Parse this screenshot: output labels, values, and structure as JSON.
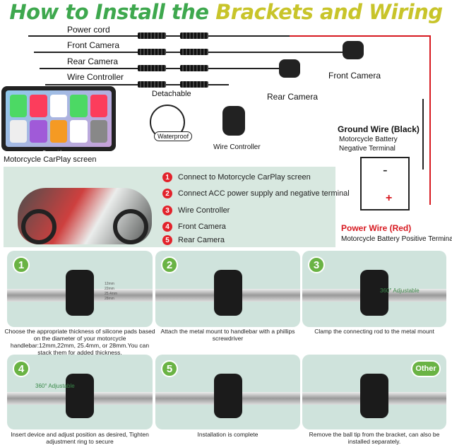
{
  "title": {
    "part1": "How to Install the ",
    "part2": "Brackets and Wiring"
  },
  "wiring": {
    "cables": [
      "Power cord",
      "Front Camera",
      "Rear Camera",
      "Wire Controller"
    ],
    "detachable": "Detachable",
    "waterproof": "Waterproof",
    "front_camera": "Front Camera",
    "rear_camera": "Rear Camera",
    "wire_controller": "Wire Controller",
    "screen_label": "Motorcycle CarPlay screen",
    "screen_brand": "Carpuride",
    "ground_title": "Ground Wire (Black)",
    "ground_line1": "Motorcycle Battery",
    "ground_line2": "Negative Terminal",
    "battery_minus": "-",
    "battery_plus": "+",
    "power_title": "Power Wire (Red)",
    "power_line": "Motorcycle Battery Positive Terminal"
  },
  "connections": [
    {
      "n": "1",
      "text": "Connect to Motorcycle CarPlay screen"
    },
    {
      "n": "2",
      "text": "Connect ACC power supply and negative terminal"
    },
    {
      "n": "3",
      "text": "Wire Controller"
    },
    {
      "n": "4",
      "text": "Front Camera"
    },
    {
      "n": "5",
      "text": "Rear Camera"
    }
  ],
  "steps": [
    {
      "n": "1",
      "caption": "Choose the appropriate thickness of silicone pads based on the diameter of your motorcycle handlebar:12mm,22mm, 25.4mm, or 28mm.You can stack them for added thickness.",
      "pads": [
        "12mm",
        "22mm",
        "25.4mm",
        "28mm"
      ]
    },
    {
      "n": "2",
      "caption": "Attach the metal mount to handlebar with a phillips screwdriver"
    },
    {
      "n": "3",
      "caption": "Clamp the connecting rod to the metal mount",
      "note": "360° Adjustable"
    },
    {
      "n": "4",
      "caption": "Insert device and adjust position as desired, Tighten adjustment ring to secure",
      "note": "360° Adjustable"
    },
    {
      "n": "5",
      "caption": "Installation is complete"
    },
    {
      "n": "Other",
      "caption": "Remove the ball tip from the  bracket, can also be installed separately."
    }
  ],
  "colors": {
    "green": "#3ea84e",
    "yellow": "#c8c42a",
    "red": "#e2232b",
    "panel": "#cfe3dc"
  }
}
